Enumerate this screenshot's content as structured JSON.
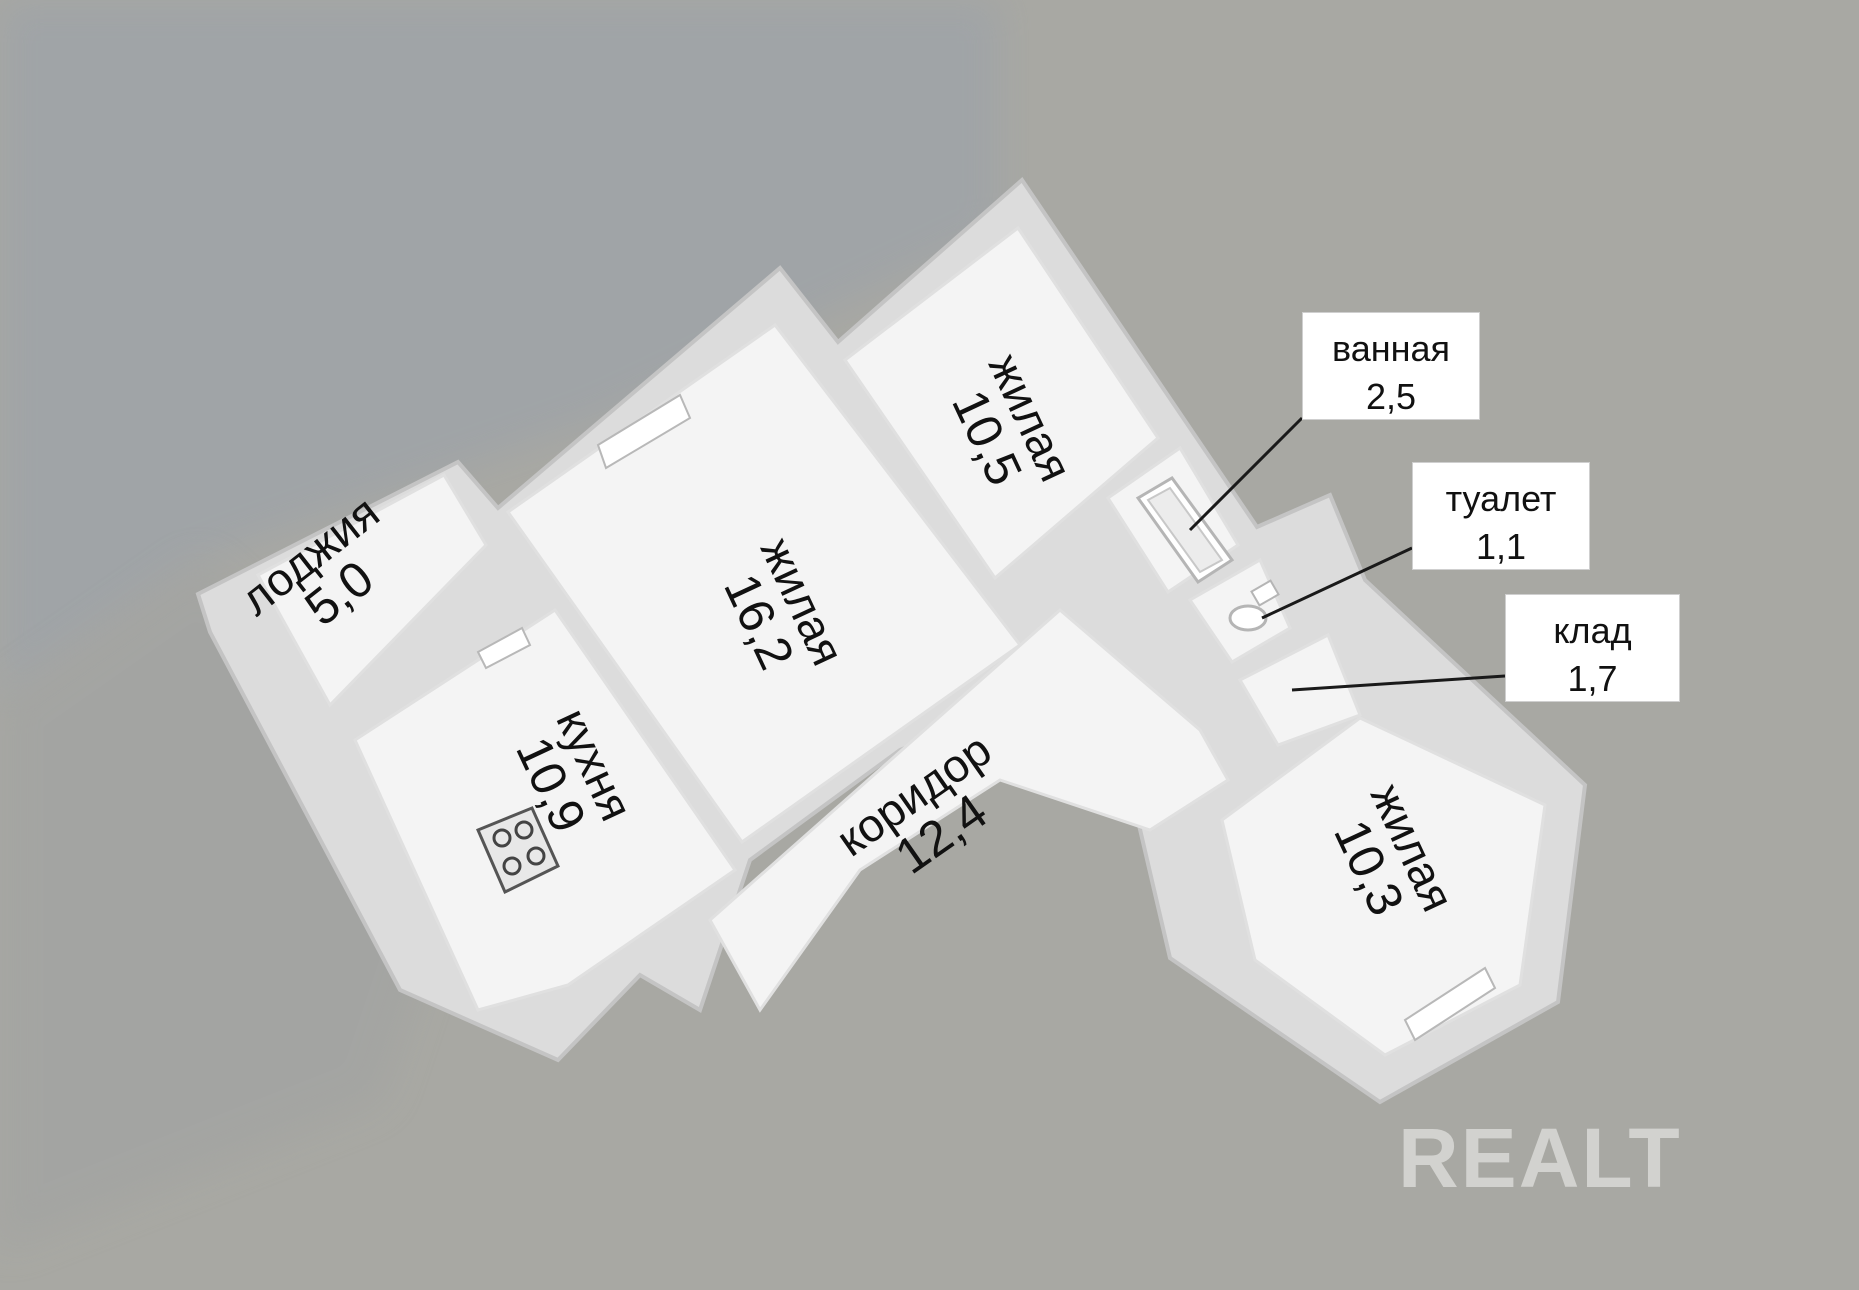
{
  "rooms": [
    {
      "id": "loggia",
      "name": "лоджия",
      "area": "5,0"
    },
    {
      "id": "kitchen",
      "name": "кухня",
      "area": "10,9"
    },
    {
      "id": "living1",
      "name": "жилая",
      "area": "16,2"
    },
    {
      "id": "living2",
      "name": "жилая",
      "area": "10,5"
    },
    {
      "id": "corridor",
      "name": "коридор",
      "area": "12,4"
    },
    {
      "id": "living3",
      "name": "жилая",
      "area": "10,3"
    }
  ],
  "callouts": [
    {
      "id": "bath",
      "name": "ванная",
      "area": "2,5"
    },
    {
      "id": "toilet",
      "name": "туалет",
      "area": "1,1"
    },
    {
      "id": "storage",
      "name": "клад",
      "area": "1,7"
    }
  ],
  "watermark": "REALT"
}
